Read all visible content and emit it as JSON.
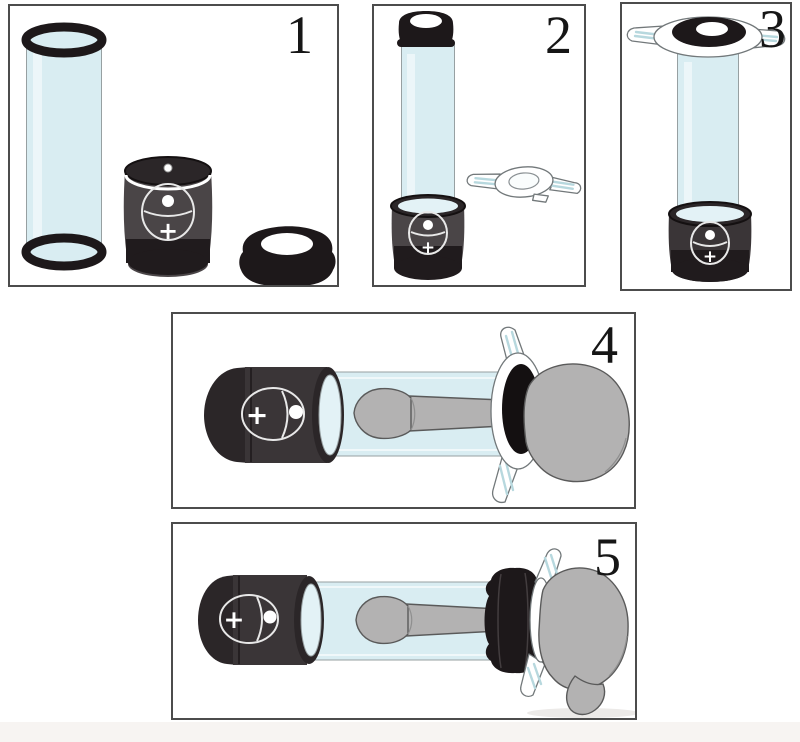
{
  "figure": {
    "type": "assembly-instruction-diagram",
    "step_count": 5
  },
  "steps": [
    {
      "number": "1",
      "parts": [
        "clear-cylinder-tube",
        "pump-motor-unit",
        "rubber-sleeve-ring"
      ]
    },
    {
      "number": "2",
      "parts": [
        "tube-with-motor-and-sleeve-cap",
        "comfort-wing-pad"
      ]
    },
    {
      "number": "3",
      "parts": [
        "wing-pad-attached-to-tube-top",
        "pump-motor-unit"
      ]
    },
    {
      "number": "4",
      "parts": [
        "horizontal-assembly",
        "inserted-shaft",
        "comfort-wing-pad",
        "body-pressed-to-pad"
      ]
    },
    {
      "number": "5",
      "parts": [
        "horizontal-assembly",
        "rubber-sleeve-sealed",
        "body-pressed-to-sleeve"
      ]
    }
  ],
  "controls": {
    "plus": "+"
  },
  "colors": {
    "panel_border": "#4c4c4c",
    "step_number": "#161616",
    "tube_fill": "#d9edf2",
    "tube_inner": "#e3f2f6",
    "tube_outline": "#97a0a2",
    "dark_rubber": "#1d181a",
    "cap_dark": "#2b2628",
    "motor_body": "#4a4547",
    "motor_body_dark": "#3a3537",
    "motor_band": "#201b1d",
    "control_outline": "#e8e8e8",
    "control_white": "#ffffff",
    "wing_fill": "#ffffff",
    "wing_outline": "#72787a",
    "wing_stripe": "#b7d8de",
    "skin_fill": "#b3b2b2",
    "skin_outline": "#5a5a5a",
    "shadow": "#eceae8",
    "watermark_band": "#f7f4f2"
  }
}
